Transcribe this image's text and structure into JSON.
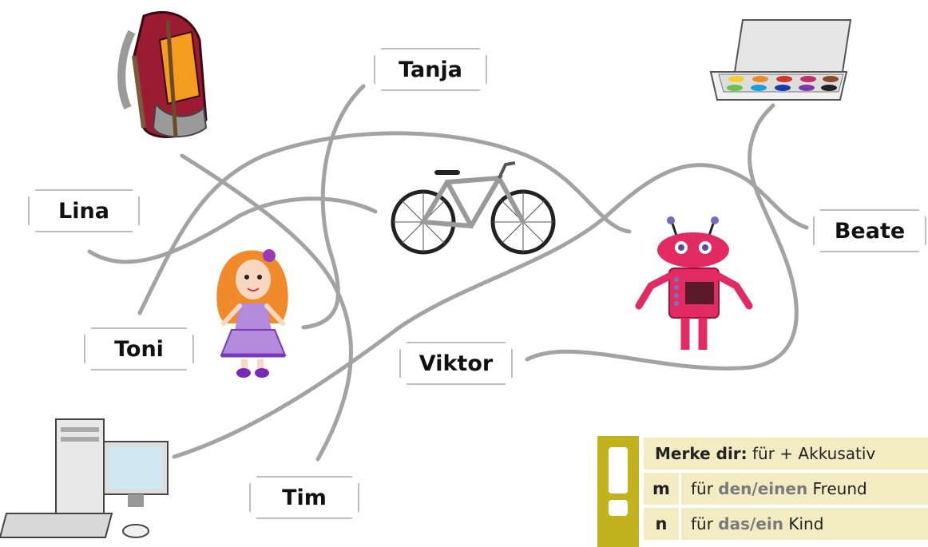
{
  "names": {
    "tanja": "Tanja",
    "lina": "Lina",
    "beate": "Beate",
    "toni": "Toni",
    "viktor": "Viktor",
    "tim": "Tim"
  },
  "note": {
    "heading_bold": "Merke dir:",
    "heading_rest": " für + Akkusativ",
    "rows": [
      {
        "gender": "m",
        "pre": "für ",
        "article": "den/einen",
        "noun": " Freund"
      },
      {
        "gender": "n",
        "pre": "für ",
        "article": "das/ein",
        "noun": " Kind"
      }
    ]
  },
  "colors": {
    "line": "#a3a3a3",
    "note_bar": "#c2b21e",
    "note_bg": "#f3ecc3"
  }
}
